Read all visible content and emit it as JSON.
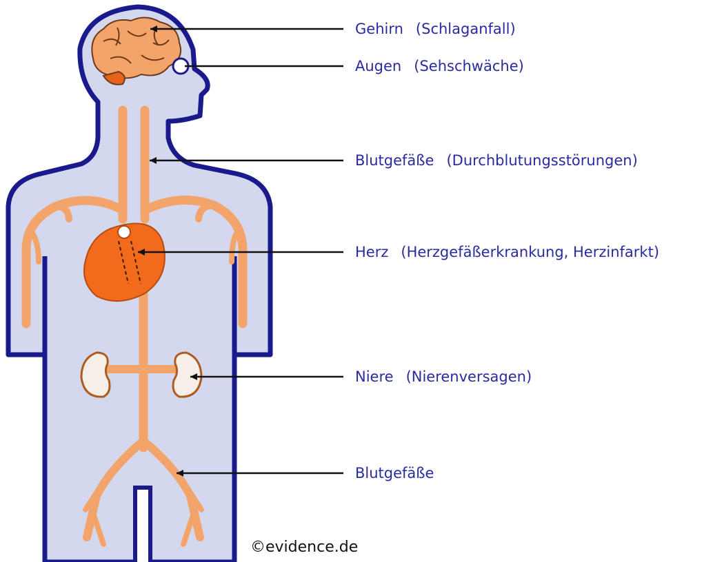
{
  "labels": {
    "brain": {
      "organ": "Gehirn",
      "condition": "(Schlaganfall)"
    },
    "eyes": {
      "organ": "Augen",
      "condition": "(Sehschwäche)"
    },
    "vessels_upper": {
      "organ": "Blutgefäße",
      "condition": "(Durchblutungsstörungen)"
    },
    "heart": {
      "organ": "Herz",
      "condition": "(Herzgefäßerkrankung, Herzinfarkt)"
    },
    "kidney": {
      "organ": "Niere",
      "condition": "(Nierenversagen)"
    },
    "vessels_lower": {
      "organ": "Blutgefäße",
      "condition": ""
    }
  },
  "copyright": "©evidence.de",
  "colors": {
    "body_fill": "#d4d8ef",
    "body_outline": "#1a1a8c",
    "vessel": "#f3a46a",
    "heart": "#f26a1b",
    "kidney_fill": "#f5efe8",
    "label_text": "#2a2aa0",
    "leader_line": "#111111"
  }
}
